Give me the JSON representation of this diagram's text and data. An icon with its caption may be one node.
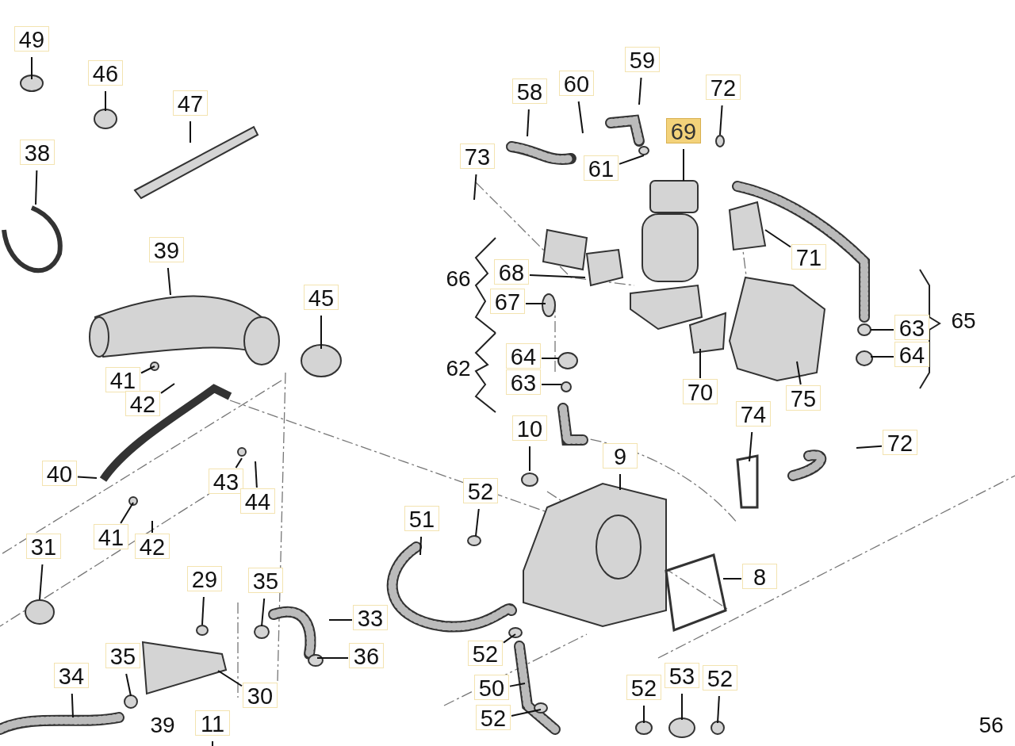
{
  "diagram": {
    "nodes": [
      {
        "text": [
          "49"
        ]
      },
      {
        "text": [
          "46"
        ]
      },
      {
        "text": [
          "47"
        ]
      },
      {
        "text": [
          "38"
        ]
      },
      {
        "text": [
          "39"
        ]
      },
      {
        "text": [
          "45"
        ]
      },
      {
        "text": [
          "41"
        ]
      },
      {
        "text": [
          "42"
        ]
      },
      {
        "text": [
          "40"
        ]
      },
      {
        "text": [
          "43"
        ]
      },
      {
        "text": [
          "44"
        ]
      },
      {
        "text": [
          "41"
        ]
      },
      {
        "text": [
          "42"
        ]
      },
      {
        "text": [
          "31"
        ]
      },
      {
        "text": [
          "29"
        ]
      },
      {
        "text": [
          "35"
        ]
      },
      {
        "text": [
          "33"
        ]
      },
      {
        "text": [
          "36"
        ]
      },
      {
        "text": [
          "35"
        ]
      },
      {
        "text": [
          "34"
        ]
      },
      {
        "text": [
          "30"
        ]
      },
      {
        "text": [
          "11"
        ]
      },
      {
        "text": [
          "58"
        ]
      },
      {
        "text": [
          "60"
        ]
      },
      {
        "text": [
          "59"
        ]
      },
      {
        "text": [
          "69"
        ]
      },
      {
        "text": [
          "72"
        ]
      },
      {
        "text": [
          "61"
        ]
      },
      {
        "text": [
          "73"
        ]
      },
      {
        "text": [
          "68"
        ]
      },
      {
        "text": [
          "67"
        ]
      },
      {
        "text": [
          "64"
        ]
      },
      {
        "text": [
          "63"
        ]
      },
      {
        "text": [
          "71"
        ]
      },
      {
        "text": [
          "70"
        ]
      },
      {
        "text": [
          "75"
        ]
      },
      {
        "text": [
          "63"
        ]
      },
      {
        "text": [
          "64"
        ]
      },
      {
        "text": [
          "10"
        ]
      },
      {
        "text": [
          "9"
        ]
      },
      {
        "text": [
          "74"
        ]
      },
      {
        "text": [
          "72"
        ]
      },
      {
        "text": [
          "52"
        ]
      },
      {
        "text": [
          "51"
        ]
      },
      {
        "text": [
          "8"
        ]
      },
      {
        "text": [
          "52"
        ]
      },
      {
        "text": [
          "50"
        ]
      },
      {
        "text": [
          "52"
        ]
      },
      {
        "text": [
          "52"
        ]
      },
      {
        "text": [
          "53"
        ]
      },
      {
        "text": [
          "52"
        ]
      }
    ],
    "edges": [
      {
        "from": 0,
        "to": null,
        "arrow": "none"
      },
      {
        "from": 1,
        "to": null,
        "arrow": "none"
      },
      {
        "from": 2,
        "to": null,
        "arrow": "none"
      },
      {
        "from": 3,
        "to": null,
        "arrow": "none"
      },
      {
        "from": 4,
        "to": null,
        "arrow": "none"
      },
      {
        "from": 5,
        "to": null,
        "arrow": "none"
      },
      {
        "from": 6,
        "to": null,
        "arrow": "none"
      },
      {
        "from": 7,
        "to": null,
        "arrow": "none"
      },
      {
        "from": 8,
        "to": null,
        "arrow": "none"
      },
      {
        "from": 9,
        "to": null,
        "arrow": "none"
      },
      {
        "from": 10,
        "to": null,
        "arrow": "none"
      },
      {
        "from": 11,
        "to": null,
        "arrow": "none"
      },
      {
        "from": 12,
        "to": null,
        "arrow": "none"
      },
      {
        "from": 13,
        "to": null,
        "arrow": "none"
      },
      {
        "from": 14,
        "to": null,
        "arrow": "none"
      },
      {
        "from": 15,
        "to": null,
        "arrow": "none"
      },
      {
        "from": 16,
        "to": null,
        "arrow": "none"
      },
      {
        "from": 17,
        "to": null,
        "arrow": "none"
      },
      {
        "from": 18,
        "to": null,
        "arrow": "none"
      },
      {
        "from": 19,
        "to": null,
        "arrow": "none"
      },
      {
        "from": 20,
        "to": null,
        "arrow": "none"
      },
      {
        "from": 21,
        "to": null,
        "arrow": "none"
      },
      {
        "from": 22,
        "to": null,
        "arrow": "none"
      },
      {
        "from": 23,
        "to": null,
        "arrow": "none"
      },
      {
        "from": 24,
        "to": null,
        "arrow": "none"
      },
      {
        "from": 25,
        "to": null,
        "arrow": "none"
      },
      {
        "from": 26,
        "to": null,
        "arrow": "none"
      },
      {
        "from": 27,
        "to": null,
        "arrow": "none"
      },
      {
        "from": 28,
        "to": null,
        "arrow": "none"
      },
      {
        "from": 29,
        "to": null,
        "arrow": "none"
      },
      {
        "from": 30,
        "to": null,
        "arrow": "none"
      },
      {
        "from": 31,
        "to": null,
        "arrow": "none"
      },
      {
        "from": 32,
        "to": null,
        "arrow": "none"
      },
      {
        "from": 33,
        "to": null,
        "arrow": "none"
      },
      {
        "from": 34,
        "to": null,
        "arrow": "none"
      },
      {
        "from": 35,
        "to": null,
        "arrow": "none"
      },
      {
        "from": 36,
        "to": null,
        "arrow": "none"
      },
      {
        "from": 37,
        "to": null,
        "arrow": "none"
      },
      {
        "from": 38,
        "to": null,
        "arrow": "none"
      },
      {
        "from": 39,
        "to": null,
        "arrow": "none"
      },
      {
        "from": 40,
        "to": null,
        "arrow": "none"
      },
      {
        "from": 41,
        "to": null,
        "arrow": "none"
      },
      {
        "from": 42,
        "to": null,
        "arrow": "none"
      },
      {
        "from": 43,
        "to": null,
        "arrow": "none"
      },
      {
        "from": 44,
        "to": null,
        "arrow": "none"
      },
      {
        "from": 45,
        "to": null,
        "arrow": "none"
      },
      {
        "from": 46,
        "to": null,
        "arrow": "none"
      },
      {
        "from": 47,
        "to": null,
        "arrow": "none"
      },
      {
        "from": 48,
        "to": null,
        "arrow": "none"
      },
      {
        "from": 49,
        "to": null,
        "arrow": "none"
      },
      {
        "from": 50,
        "to": null,
        "arrow": "none"
      }
    ],
    "labels": [
      "66",
      "62",
      "65",
      "39",
      "56"
    ]
  }
}
